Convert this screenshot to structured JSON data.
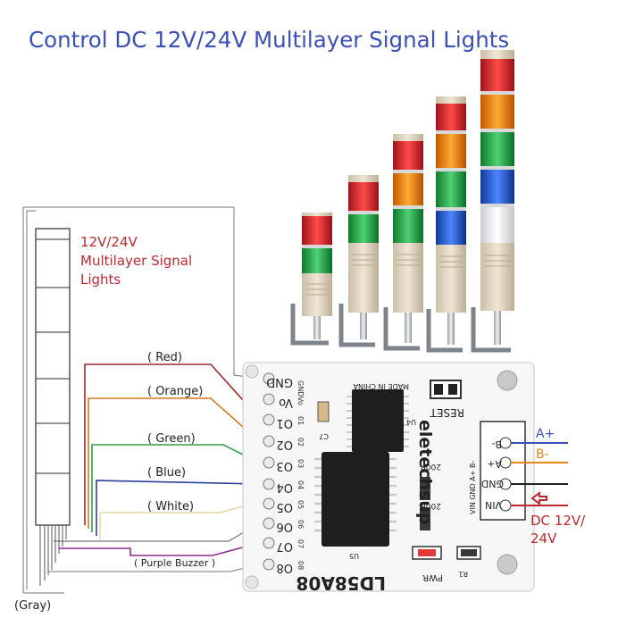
{
  "title": "Control DC 12V/24V Multilayer Signal Lights",
  "tower_label": [
    "12V/24V",
    "Multilayer Signal",
    "Lights"
  ],
  "wire_labels": {
    "red": "( Red)",
    "orange": "( Orange)",
    "green": "( Green)",
    "blue": "( Blue)",
    "white": "( White)",
    "buzzer": "( Purple Buzzer )",
    "gray": "(Gray)"
  },
  "board": {
    "model": "LD58A08",
    "brand": "eletechsup",
    "made_in": "MADE IN CHINA",
    "reset": "RESET",
    "pwr": "PWR",
    "r1": "R1",
    "c7": "C7",
    "u4": "U4",
    "u5": "U5",
    "resistor_a": "200R",
    "resistor_b": "200R",
    "left_pins": [
      "GND",
      "Vo",
      "O1",
      "O2",
      "O3",
      "O4",
      "O5",
      "O6",
      "O7",
      "O8"
    ],
    "inner_pins": [
      "GND",
      "Vo",
      "01",
      "02",
      "03",
      "04",
      "05",
      "06",
      "07",
      "08"
    ],
    "right_pins": [
      "B-",
      "A+",
      "GND",
      "VIN"
    ],
    "right_inner": "VIN GND A+ B-"
  },
  "right_labels": {
    "a_plus": "A+",
    "b_minus": "B-",
    "power_line1": "DC 12V/",
    "power_line2": "24V"
  },
  "colors": {
    "title": "#3b4fb8",
    "red": "#c0282e",
    "orange": "#e8861f",
    "green": "#2e9e47",
    "blue": "#1f3c9e",
    "white_wire": "#e6d8a8",
    "purple": "#8a2a8a",
    "gray_wire": "#8a8a8a"
  }
}
